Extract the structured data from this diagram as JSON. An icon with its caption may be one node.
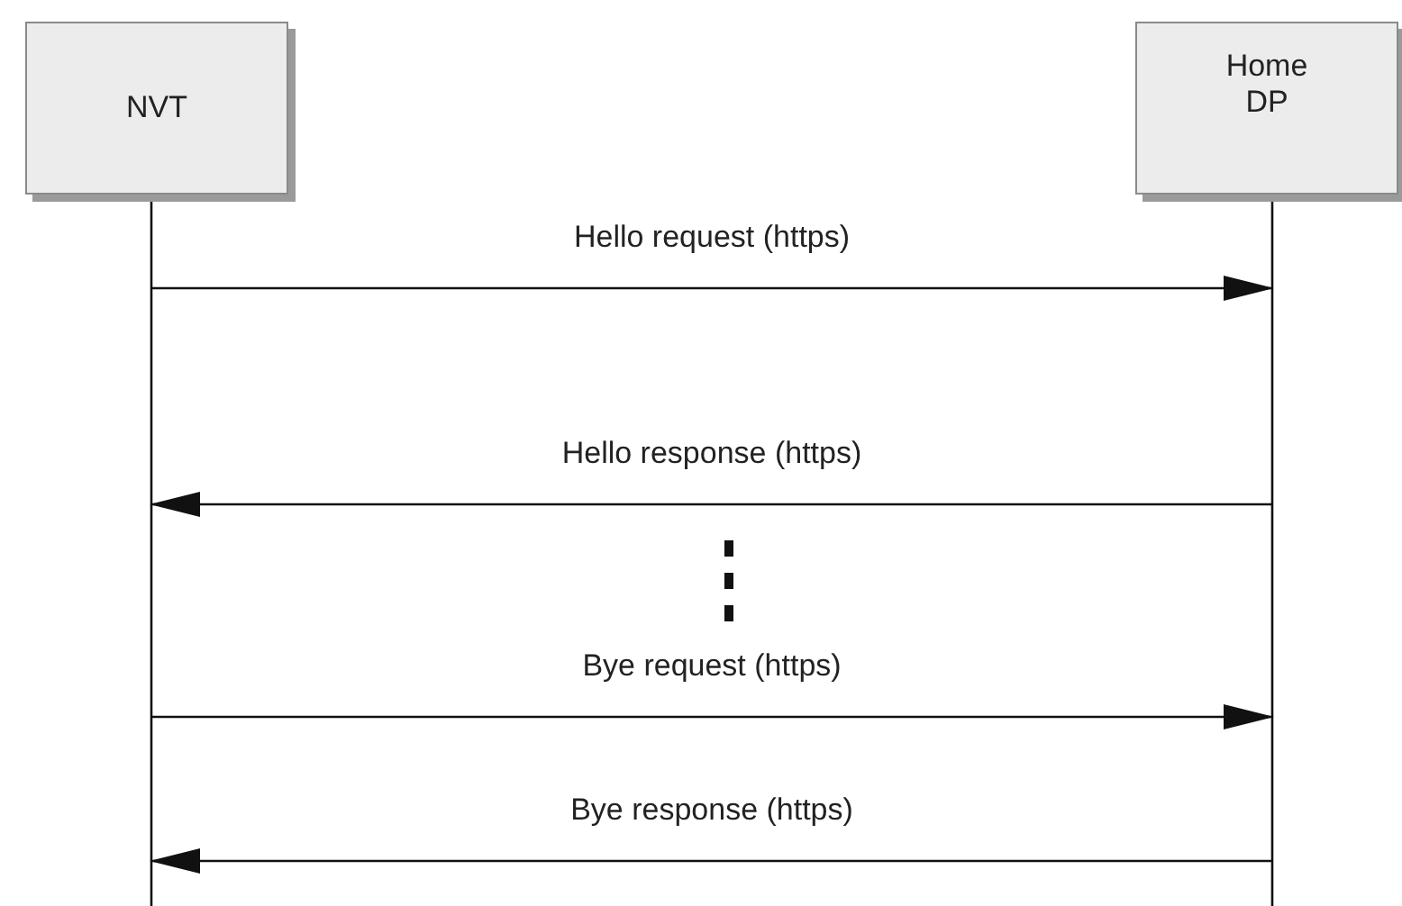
{
  "diagram": {
    "nodes": [
      {
        "text": [
          "NVT"
        ]
      },
      {
        "text": [
          "Home DP"
        ]
      }
    ],
    "edges": [
      {
        "from": 0,
        "to": 1,
        "arrow": "to",
        "label": "Hello request (https)"
      },
      {
        "from": 1,
        "to": 0,
        "arrow": "to",
        "label": "Hello response (https)"
      },
      {
        "from": 0,
        "to": 1,
        "arrow": "to",
        "label": "Bye request (https)"
      },
      {
        "from": 1,
        "to": 0,
        "arrow": "to",
        "label": "Bye response (https)"
      }
    ]
  }
}
